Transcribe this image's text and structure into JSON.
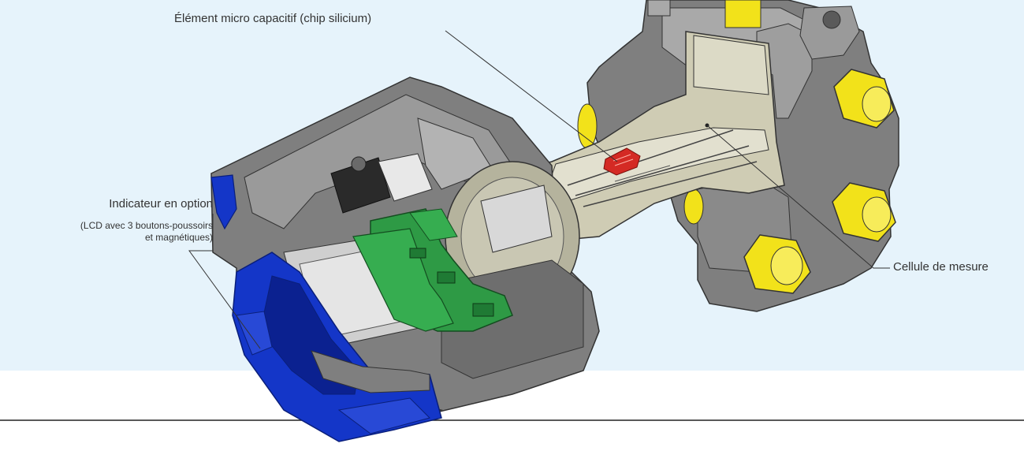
{
  "colors": {
    "background_band": "#e6f3fb",
    "housing": "#7f7f7f",
    "housing_dark": "#5a5a5a",
    "housing_light": "#a9a9a9",
    "cover": "#1436c8",
    "cover_dark": "#0b2190",
    "pcb": "#2e9a45",
    "cell_body": "#cfccb4",
    "sensor_chip": "#d42a24",
    "bolts": "#f2e21a",
    "leader_line": "#333333"
  },
  "labels": {
    "sensor_chip": "Élément micro capacitif (chip silicium)",
    "indicator_title": "Indicateur en option",
    "indicator_detail_1": "(LCD avec 3 boutons-poussoirs",
    "indicator_detail_2": "et magnétiques)",
    "measuring_cell": "Cellule de mesure"
  }
}
